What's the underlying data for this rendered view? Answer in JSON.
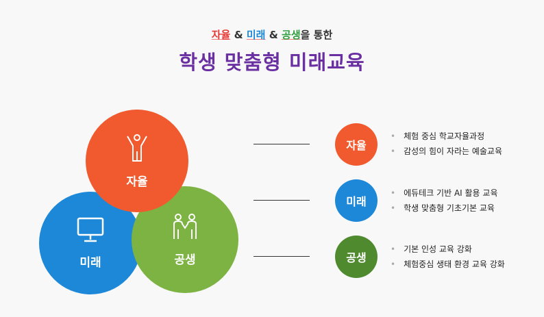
{
  "header": {
    "sub": {
      "t1": "자율",
      "amp1": " & ",
      "t2": "미래",
      "amp2": " & ",
      "t3": "공생",
      "rest": "을 통한"
    },
    "title": "학생 맞춤형 미래교육"
  },
  "venn": [
    {
      "label": "자율",
      "icon": "person-arms-up-icon",
      "color": "#f15a2e"
    },
    {
      "label": "미래",
      "icon": "monitor-icon",
      "color": "#1e88d8"
    },
    {
      "label": "공생",
      "icon": "two-people-icon",
      "color": "#7cb342"
    }
  ],
  "items": [
    {
      "label": "자율",
      "color": "#f15a2e",
      "bullets": [
        "체험 중심 학교자율과정",
        "감성의 힘이 자라는 예술교육"
      ]
    },
    {
      "label": "미래",
      "color": "#1e88d8",
      "bullets": [
        "에듀테크 기반 AI 활용 교육",
        "학생 맞춤형 기초기본 교육"
      ]
    },
    {
      "label": "공생",
      "color": "#4f8a2f",
      "bullets": [
        "기본 인성 교육 강화",
        "체험중심 생태 환경 교육 강화"
      ]
    }
  ]
}
